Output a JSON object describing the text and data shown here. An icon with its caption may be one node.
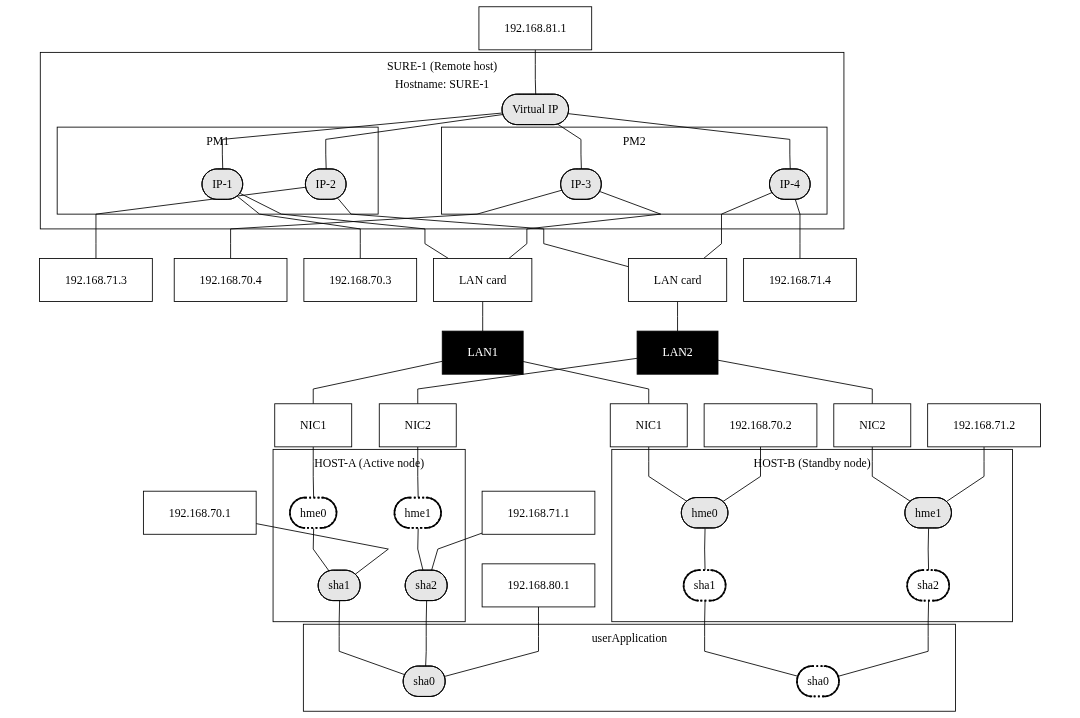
{
  "diagram": {
    "nodes": [
      {
        "text": [
          "SURE-1 (Remote host)",
          "Hostname: SURE-1"
        ]
      },
      {
        "text": [
          "192.168.81.1"
        ]
      },
      {
        "text": [
          "Virtual IP"
        ],
        "in": 0
      },
      {
        "text": [
          "PM1"
        ],
        "in": 0
      },
      {
        "text": [
          "IP-1"
        ],
        "in": 3
      },
      {
        "text": [
          "IP-2"
        ],
        "in": 3
      },
      {
        "text": [
          "PM2"
        ],
        "in": 0
      },
      {
        "text": [
          "IP-3"
        ],
        "in": 6
      },
      {
        "text": [
          "IP-4"
        ],
        "in": 6
      },
      {
        "text": [
          "192.168.70.3"
        ]
      },
      {
        "text": [
          "192.168.71.4"
        ]
      },
      {
        "text": [
          "192.168.71.3"
        ]
      },
      {
        "text": [
          "LAN card"
        ]
      },
      {
        "text": [
          "LAN card"
        ]
      },
      {
        "text": [
          "192.168.70.4"
        ]
      },
      {
        "text": [
          "LAN1"
        ]
      },
      {
        "text": [
          "LAN2"
        ]
      },
      {
        "text": [
          "HOST-A (Active node)"
        ]
      },
      {
        "text": [
          "NIC1"
        ]
      },
      {
        "text": [
          "NIC2"
        ]
      },
      {
        "text": [
          "hme0"
        ],
        "in": 17
      },
      {
        "text": [
          "hme1"
        ],
        "in": 17
      },
      {
        "text": [
          "192.168.70.1"
        ]
      },
      {
        "text": [
          "sha1"
        ],
        "in": 17
      },
      {
        "text": [
          "sha2"
        ],
        "in": 17
      },
      {
        "text": [
          "userApplication"
        ]
      },
      {
        "text": [
          "sha0"
        ],
        "in": 25
      },
      {
        "text": [
          "192.168.80.1"
        ]
      },
      {
        "text": [
          "192.168.71.1"
        ]
      },
      {
        "text": [
          "HOST-B (Standby node)"
        ]
      },
      {
        "text": [
          "NIC1"
        ]
      },
      {
        "text": [
          "NIC2"
        ]
      },
      {
        "text": [
          "hme0"
        ],
        "in": 29
      },
      {
        "text": [
          "hme1"
        ],
        "in": 29
      },
      {
        "text": [
          "192.168.71.2"
        ]
      },
      {
        "text": [
          "192.168.70.2"
        ]
      },
      {
        "text": [
          "sha1"
        ],
        "in": 29
      },
      {
        "text": [
          "sha2"
        ],
        "in": 29
      },
      {
        "text": [
          "sha0"
        ],
        "in": 25
      }
    ],
    "edges": [
      {
        "from": 2,
        "to": 4,
        "arrow": "none"
      },
      {
        "from": 2,
        "to": 5,
        "arrow": "none"
      },
      {
        "from": 2,
        "to": 7,
        "arrow": "none"
      },
      {
        "from": 2,
        "to": 8,
        "arrow": "none"
      },
      {
        "from": 1,
        "to": 2,
        "arrow": "none"
      },
      {
        "from": 9,
        "to": 4,
        "arrow": "none"
      },
      {
        "from": 11,
        "to": 5,
        "arrow": "none"
      },
      {
        "from": 14,
        "to": 7,
        "arrow": "none"
      },
      {
        "from": 10,
        "to": 8,
        "arrow": "none"
      },
      {
        "from": 4,
        "to": 12,
        "arrow": "none"
      },
      {
        "from": 5,
        "to": 13,
        "arrow": "none"
      },
      {
        "from": 7,
        "to": 12,
        "arrow": "none"
      },
      {
        "from": 8,
        "to": 13,
        "arrow": "none"
      },
      {
        "from": 12,
        "to": 15,
        "arrow": "none"
      },
      {
        "from": 13,
        "to": 16,
        "arrow": "none"
      },
      {
        "from": 15,
        "to": 18,
        "arrow": "none"
      },
      {
        "from": 16,
        "to": 19,
        "arrow": "none"
      },
      {
        "from": 15,
        "to": 30,
        "arrow": "none"
      },
      {
        "from": 16,
        "to": 31,
        "arrow": "none"
      },
      {
        "from": 18,
        "to": 20,
        "arrow": "none"
      },
      {
        "from": 19,
        "to": 21,
        "arrow": "none"
      },
      {
        "from": 20,
        "to": 23,
        "arrow": "none"
      },
      {
        "from": 21,
        "to": 24,
        "arrow": "none"
      },
      {
        "from": 23,
        "to": 26,
        "arrow": "none"
      },
      {
        "from": 24,
        "to": 26,
        "arrow": "none"
      },
      {
        "from": 22,
        "to": 23,
        "arrow": "none"
      },
      {
        "from": 27,
        "to": 26,
        "arrow": "none"
      },
      {
        "from": 28,
        "to": 24,
        "arrow": "none"
      },
      {
        "from": 30,
        "to": 32,
        "arrow": "none"
      },
      {
        "from": 31,
        "to": 33,
        "arrow": "none"
      },
      {
        "from": 32,
        "to": 36,
        "arrow": "none"
      },
      {
        "from": 33,
        "to": 37,
        "arrow": "none"
      },
      {
        "from": 36,
        "to": 38,
        "arrow": "none"
      },
      {
        "from": 37,
        "to": 38,
        "arrow": "none"
      },
      {
        "from": 34,
        "to": 33,
        "arrow": "none"
      },
      {
        "from": 35,
        "to": 32,
        "arrow": "none"
      }
    ]
  }
}
